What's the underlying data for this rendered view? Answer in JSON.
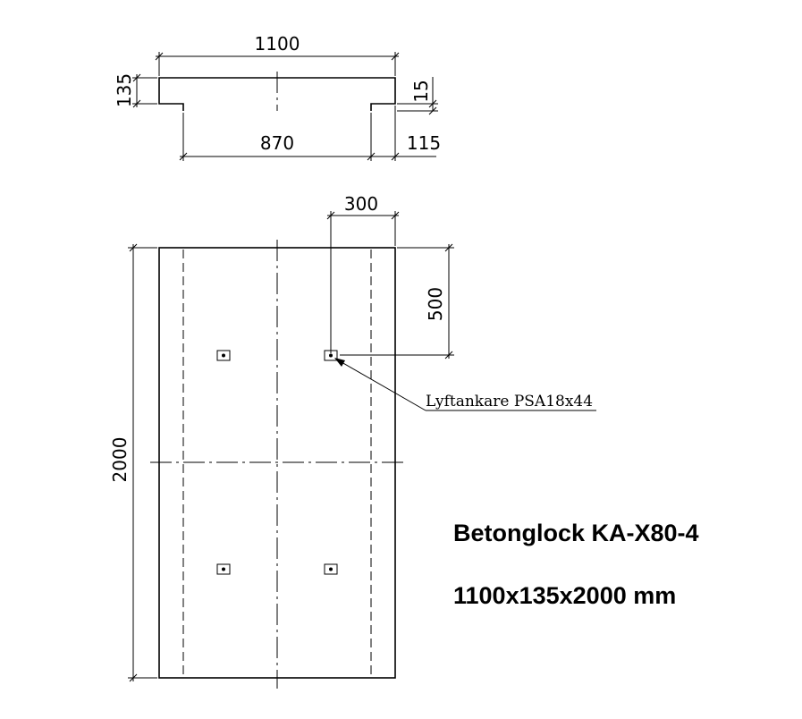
{
  "dimensions": {
    "top_width": "1100",
    "top_height": "135",
    "rebate_height": "15",
    "bottom_inner_width": "870",
    "bottom_side": "115",
    "anchor_offset_x": "300",
    "anchor_offset_y": "500",
    "length": "2000"
  },
  "callout": {
    "label": "Lyftankare PSA18x44"
  },
  "title": {
    "name": "Betonglock KA-X80-4",
    "size": "1100x135x2000 mm"
  }
}
